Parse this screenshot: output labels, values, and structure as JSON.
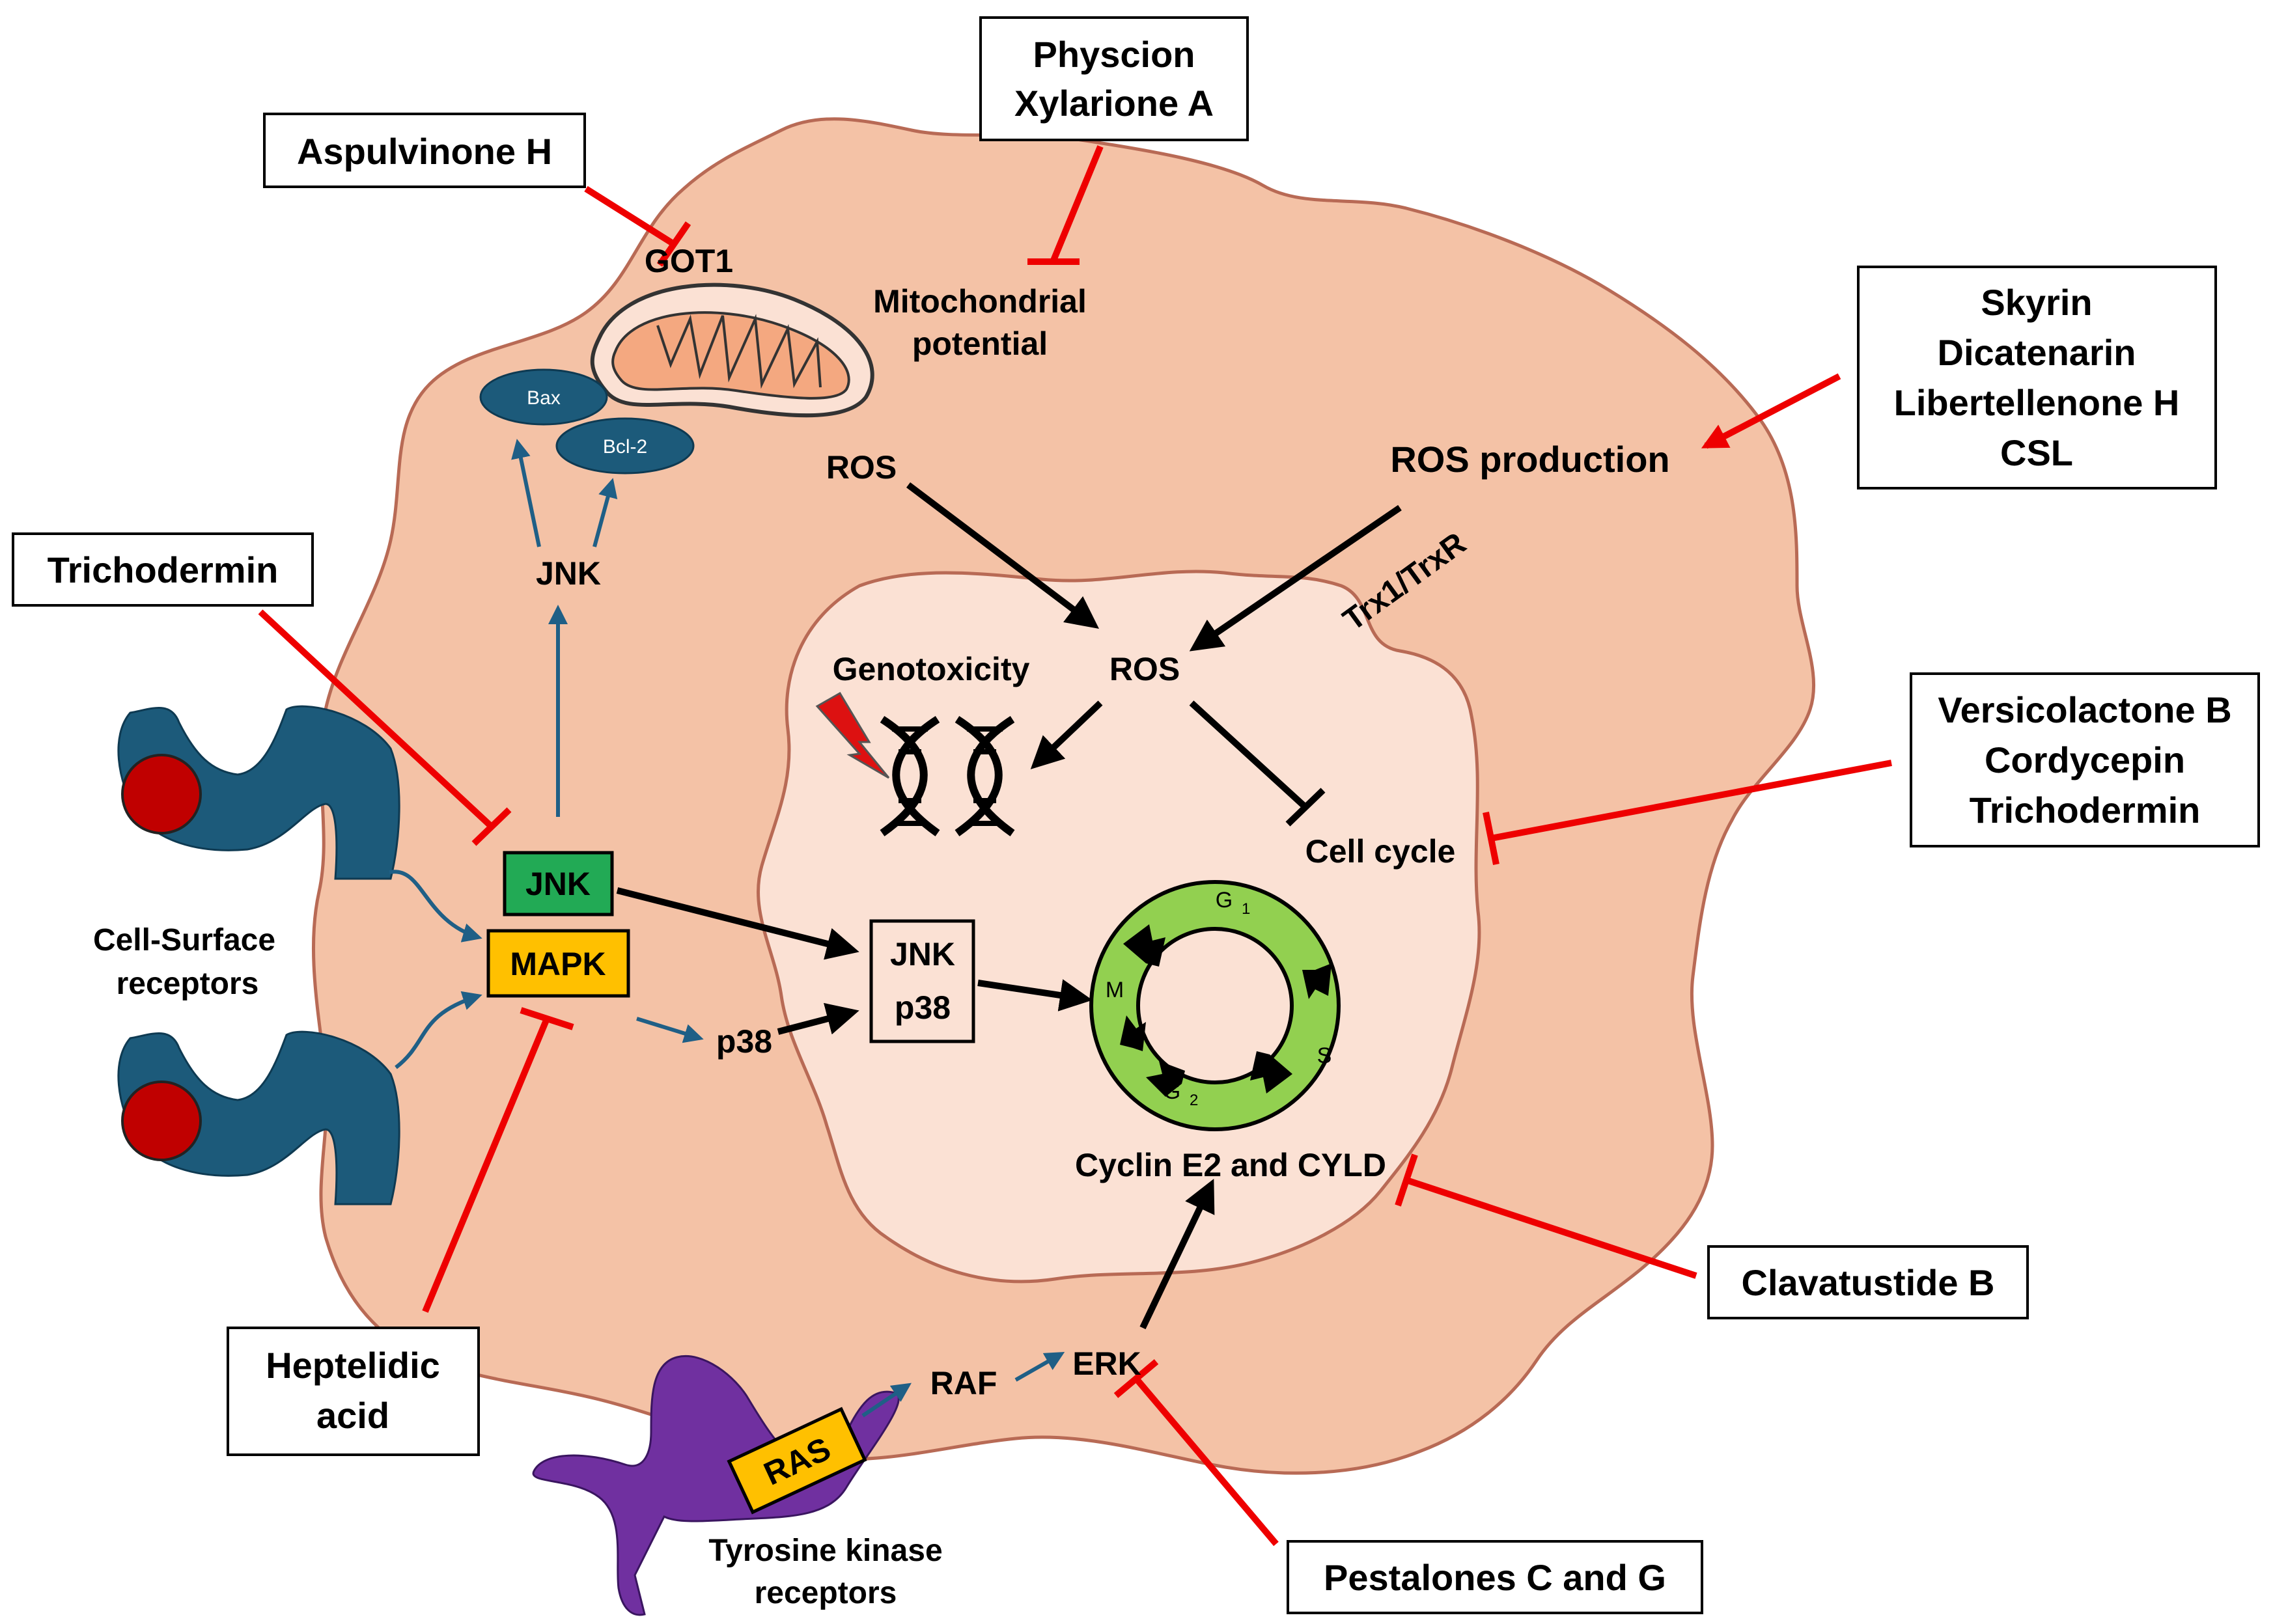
{
  "colors": {
    "cell_fill": "#f4c2a6",
    "cell_stroke": "#b86a55",
    "nucleus_fill": "#fbe1d4",
    "inhibitor": "#ee0000",
    "receptor_blue": "#1c5a7a",
    "ligand_red": "#c00000",
    "tk_receptor": "#7030a0",
    "kinase_yellow": "#ffc000",
    "jnk_green": "#22aa55",
    "cycle_green": "#92d050",
    "signal_arrow": "#1f5f86",
    "activation_arrow": "#000000"
  },
  "drug_boxes": {
    "physcion": [
      "Physcion",
      "Xylarione A"
    ],
    "aspulvinone": [
      "Aspulvinone H"
    ],
    "skyrin": [
      "Skyrin",
      "Dicatenarin",
      "Libertellenone H",
      "CSL"
    ],
    "trichodermin": [
      "Trichodermin"
    ],
    "versicolactone": [
      "Versicolactone B",
      "Cordycepin",
      "Trichodermin"
    ],
    "clavatustide": [
      "Clavatustide B"
    ],
    "heptelidic": [
      "Heptelidic",
      "acid"
    ],
    "pestalones": [
      "Pestalones C and G"
    ]
  },
  "labels": {
    "got1": "GOT1",
    "mito_potential": [
      "Mitochondrial",
      "potential"
    ],
    "ros_production": "ROS production",
    "ros_cyto": "ROS",
    "ros_nucleus": "ROS",
    "trx": "Trx1/TrxR",
    "genotoxicity": "Genotoxicity",
    "cell_cycle": "Cell cycle",
    "jnk_upper": "JNK",
    "jnk_box": "JNK",
    "mapk_box": "MAPK",
    "p38": "p38",
    "jnk_p38_box": [
      "JNK",
      "p38"
    ],
    "cyclin": "Cyclin E2 and CYLD",
    "erk": "ERK",
    "raf": "RAF",
    "ras": "RAS",
    "bax": "Bax",
    "bcl2": "Bcl-2",
    "cell_surface_receptors": [
      "Cell-Surface",
      "receptors"
    ],
    "tyrosine_kinase_receptors": [
      "Tyrosine kinase",
      "receptors"
    ],
    "cycle_phases": {
      "g1": "G",
      "g1_sub": "1",
      "s": "S",
      "g2": "G",
      "g2_sub": "2",
      "m": "M"
    }
  },
  "icons": [
    "receptor-icon",
    "tyrosine-kinase-receptor-icon",
    "mitochondrion-icon",
    "dna-helix-icon",
    "lightning-damage-icon",
    "cell-cycle-ring-icon"
  ]
}
